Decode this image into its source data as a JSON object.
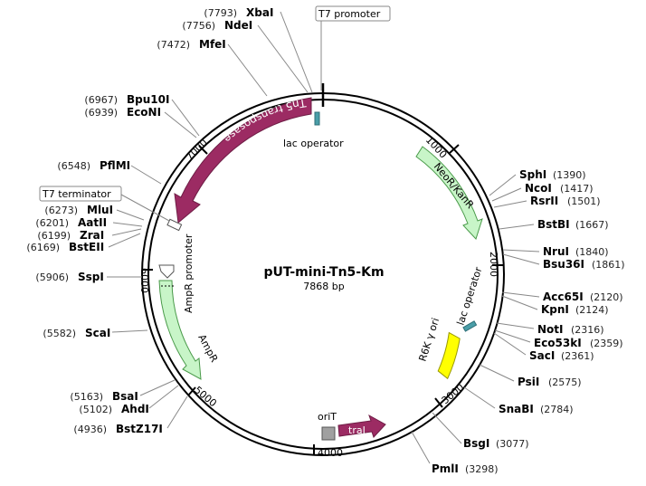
{
  "plasmid": {
    "name": "pUT-mini-Tn5-Km",
    "length_text": "7868 bp",
    "length_bp": 7868
  },
  "ticks": [
    {
      "bp": 1000,
      "label": "1000"
    },
    {
      "bp": 2000,
      "label": "2000"
    },
    {
      "bp": 3000,
      "label": "3000"
    },
    {
      "bp": 4000,
      "label": "4000"
    },
    {
      "bp": 5000,
      "label": "5000"
    },
    {
      "bp": 6000,
      "label": "6000"
    },
    {
      "bp": 7000,
      "label": "7000"
    }
  ],
  "sites": [
    {
      "name": "XbaI",
      "pos": "(7793)",
      "bp": 7793,
      "side": "left"
    },
    {
      "name": "NdeI",
      "pos": "(7756)",
      "bp": 7756,
      "side": "left"
    },
    {
      "name": "MfeI",
      "pos": "(7472)",
      "bp": 7472,
      "side": "left"
    },
    {
      "name": "Bpu10I",
      "pos": "(6967)",
      "bp": 6967,
      "side": "left"
    },
    {
      "name": "EcoNI",
      "pos": "(6939)",
      "bp": 6939,
      "side": "left"
    },
    {
      "name": "PflMI",
      "pos": "(6548)",
      "bp": 6548,
      "side": "left"
    },
    {
      "name": "MluI",
      "pos": "(6273)",
      "bp": 6273,
      "side": "left"
    },
    {
      "name": "AatII",
      "pos": "(6201)",
      "bp": 6201,
      "side": "left"
    },
    {
      "name": "ZraI",
      "pos": "(6199)",
      "bp": 6199,
      "side": "left"
    },
    {
      "name": "BstEII",
      "pos": "(6169)",
      "bp": 6169,
      "side": "left"
    },
    {
      "name": "SspI",
      "pos": "(5906)",
      "bp": 5906,
      "side": "left"
    },
    {
      "name": "ScaI",
      "pos": "(5582)",
      "bp": 5582,
      "side": "left"
    },
    {
      "name": "BsaI",
      "pos": "(5163)",
      "bp": 5163,
      "side": "left"
    },
    {
      "name": "AhdI",
      "pos": "(5102)",
      "bp": 5102,
      "side": "left"
    },
    {
      "name": "BstZ17I",
      "pos": "(4936)",
      "bp": 4936,
      "side": "left"
    },
    {
      "name": "SphI",
      "pos": "(1390)",
      "bp": 1390,
      "side": "right"
    },
    {
      "name": "NcoI",
      "pos": "(1417)",
      "bp": 1417,
      "side": "right"
    },
    {
      "name": "RsrII",
      "pos": "(1501)",
      "bp": 1501,
      "side": "right"
    },
    {
      "name": "BstBI",
      "pos": "(1667)",
      "bp": 1667,
      "side": "right"
    },
    {
      "name": "NruI",
      "pos": "(1840)",
      "bp": 1840,
      "side": "right"
    },
    {
      "name": "Bsu36I",
      "pos": "(1861)",
      "bp": 1861,
      "side": "right"
    },
    {
      "name": "Acc65I",
      "pos": "(2120)",
      "bp": 2120,
      "side": "right"
    },
    {
      "name": "KpnI",
      "pos": "(2124)",
      "bp": 2124,
      "side": "right"
    },
    {
      "name": "NotI",
      "pos": "(2316)",
      "bp": 2316,
      "side": "right"
    },
    {
      "name": "Eco53kI",
      "pos": "(2359)",
      "bp": 2359,
      "side": "right"
    },
    {
      "name": "SacI",
      "pos": "(2361)",
      "bp": 2361,
      "side": "right"
    },
    {
      "name": "PsiI",
      "pos": "(2575)",
      "bp": 2575,
      "side": "right"
    },
    {
      "name": "SnaBI",
      "pos": "(2784)",
      "bp": 2784,
      "side": "right"
    },
    {
      "name": "BsgI",
      "pos": "(3077)",
      "bp": 3077,
      "side": "right"
    },
    {
      "name": "PmlI",
      "pos": "(3298)",
      "bp": 3298,
      "side": "right"
    }
  ],
  "features": [
    {
      "name": "Tn5 transposase",
      "type": "CDS",
      "color": "#9c2b63",
      "text_color": "#ffffff"
    },
    {
      "name": "NeoR/KanR",
      "type": "CDS",
      "color": "#c8f5c8",
      "text_color": "#000000"
    },
    {
      "name": "AmpR",
      "type": "CDS",
      "color": "#c8f5c8",
      "text_color": "#000000"
    },
    {
      "name": "AmpR promoter",
      "type": "promoter",
      "color": "#ffffff",
      "text_color": "#000000"
    },
    {
      "name": "lac operator",
      "type": "protein_bind",
      "color": "#4a9ea8",
      "text_color": "#000000"
    },
    {
      "name": "lac operator",
      "type": "protein_bind",
      "color": "#4a9ea8",
      "text_color": "#000000"
    },
    {
      "name": "R6K γ ori",
      "type": "rep_origin",
      "color": "#ffff00",
      "text_color": "#000000"
    },
    {
      "name": "oriT",
      "type": "oriT",
      "color": "#a0a0a0",
      "text_color": "#000000"
    },
    {
      "name": "traJ",
      "type": "CDS",
      "color": "#9c2b63",
      "text_color": "#ffffff"
    },
    {
      "name": "T7 promoter",
      "type": "boxed_label"
    },
    {
      "name": "T7 terminator",
      "type": "boxed_label"
    }
  ]
}
